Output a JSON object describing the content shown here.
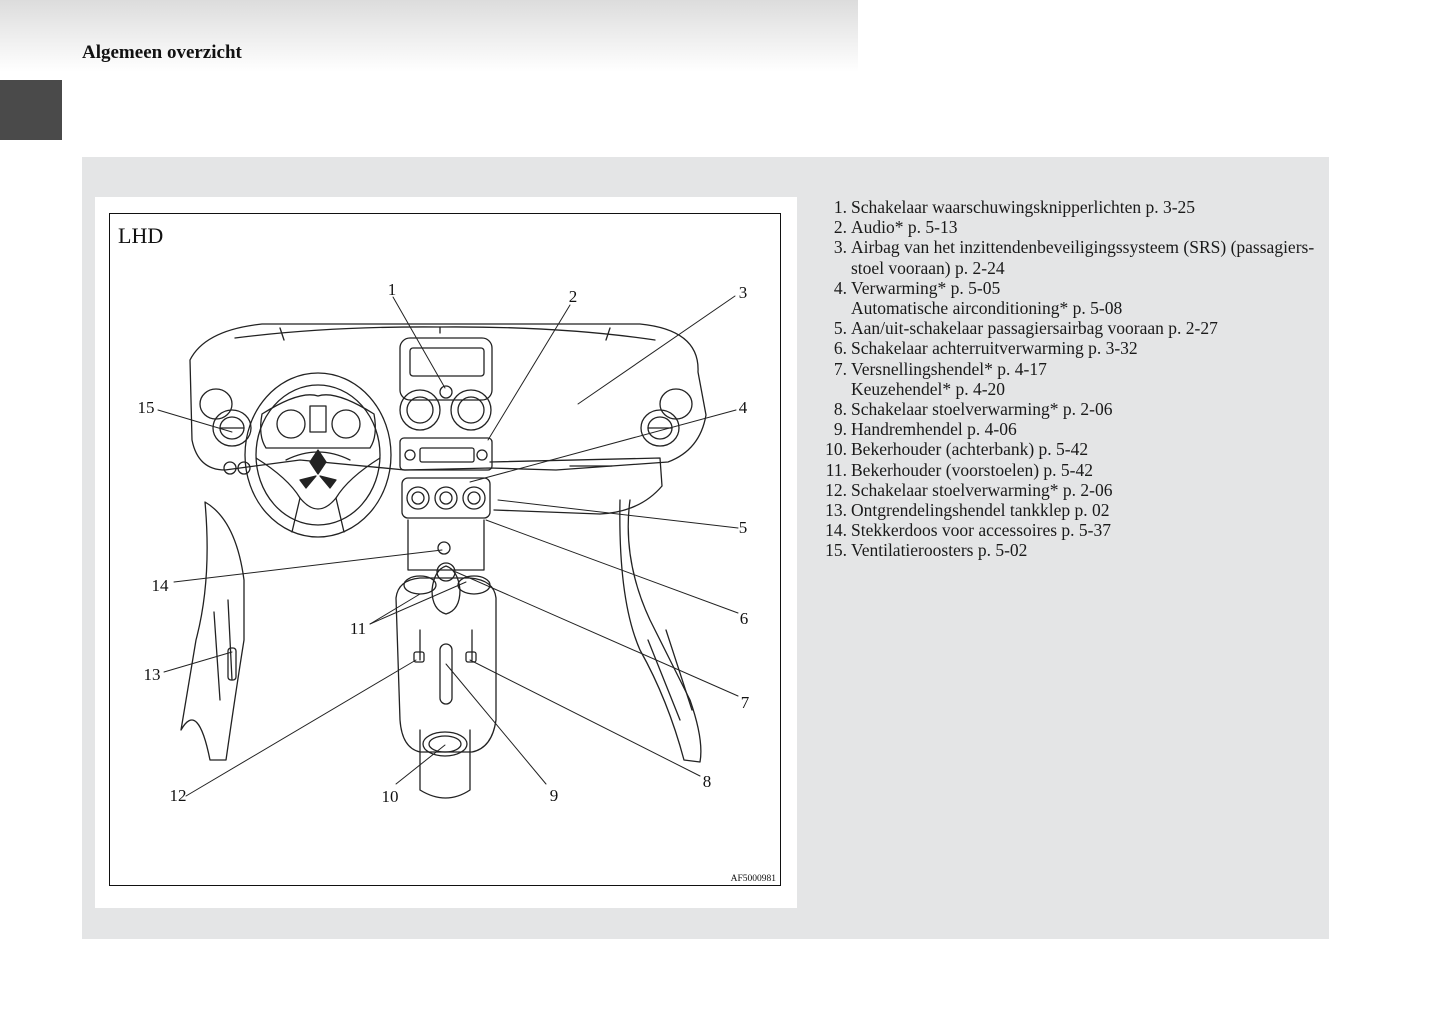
{
  "page": {
    "section_title": "Algemeen overzicht"
  },
  "figure": {
    "variant_label": "LHD",
    "figure_id": "AF5000981",
    "callouts": [
      "1",
      "2",
      "3",
      "4",
      "5",
      "6",
      "7",
      "8",
      "9",
      "10",
      "11",
      "12",
      "13",
      "14",
      "15"
    ]
  },
  "legend": {
    "items": [
      {
        "num": "1.",
        "lines": [
          "Schakelaar waarschuwingsknipperlichten p. 3-25"
        ]
      },
      {
        "num": "2.",
        "lines": [
          "Audio* p. 5-13"
        ]
      },
      {
        "num": "3.",
        "lines": [
          "Airbag van het inzittendenbeveiligingssysteem (SRS) (passagiers-",
          "stoel vooraan) p. 2-24"
        ]
      },
      {
        "num": "4.",
        "lines": [
          "Verwarming* p. 5-05",
          "Automatische airconditioning* p. 5-08"
        ]
      },
      {
        "num": "5.",
        "lines": [
          "Aan/uit-schakelaar passagiersairbag vooraan p. 2-27"
        ]
      },
      {
        "num": "6.",
        "lines": [
          "Schakelaar achterruitverwarming p. 3-32"
        ]
      },
      {
        "num": "7.",
        "lines": [
          "Versnellingshendel* p. 4-17",
          "Keuzehendel* p. 4-20"
        ]
      },
      {
        "num": "8.",
        "lines": [
          "Schakelaar stoelverwarming* p. 2-06"
        ]
      },
      {
        "num": "9.",
        "lines": [
          "Handremhendel p. 4-06"
        ]
      },
      {
        "num": "10.",
        "lines": [
          "Bekerhouder (achterbank) p. 5-42"
        ]
      },
      {
        "num": "11.",
        "lines": [
          "Bekerhouder (voorstoelen) p. 5-42"
        ]
      },
      {
        "num": "12.",
        "lines": [
          "Schakelaar stoelverwarming* p. 2-06"
        ]
      },
      {
        "num": "13.",
        "lines": [
          "Ontgrendelingshendel tankklep p. 02"
        ]
      },
      {
        "num": "14.",
        "lines": [
          "Stekkerdoos voor accessoires p. 5-37"
        ]
      },
      {
        "num": "15.",
        "lines": [
          "Ventilatieroosters p. 5-02"
        ]
      }
    ]
  }
}
